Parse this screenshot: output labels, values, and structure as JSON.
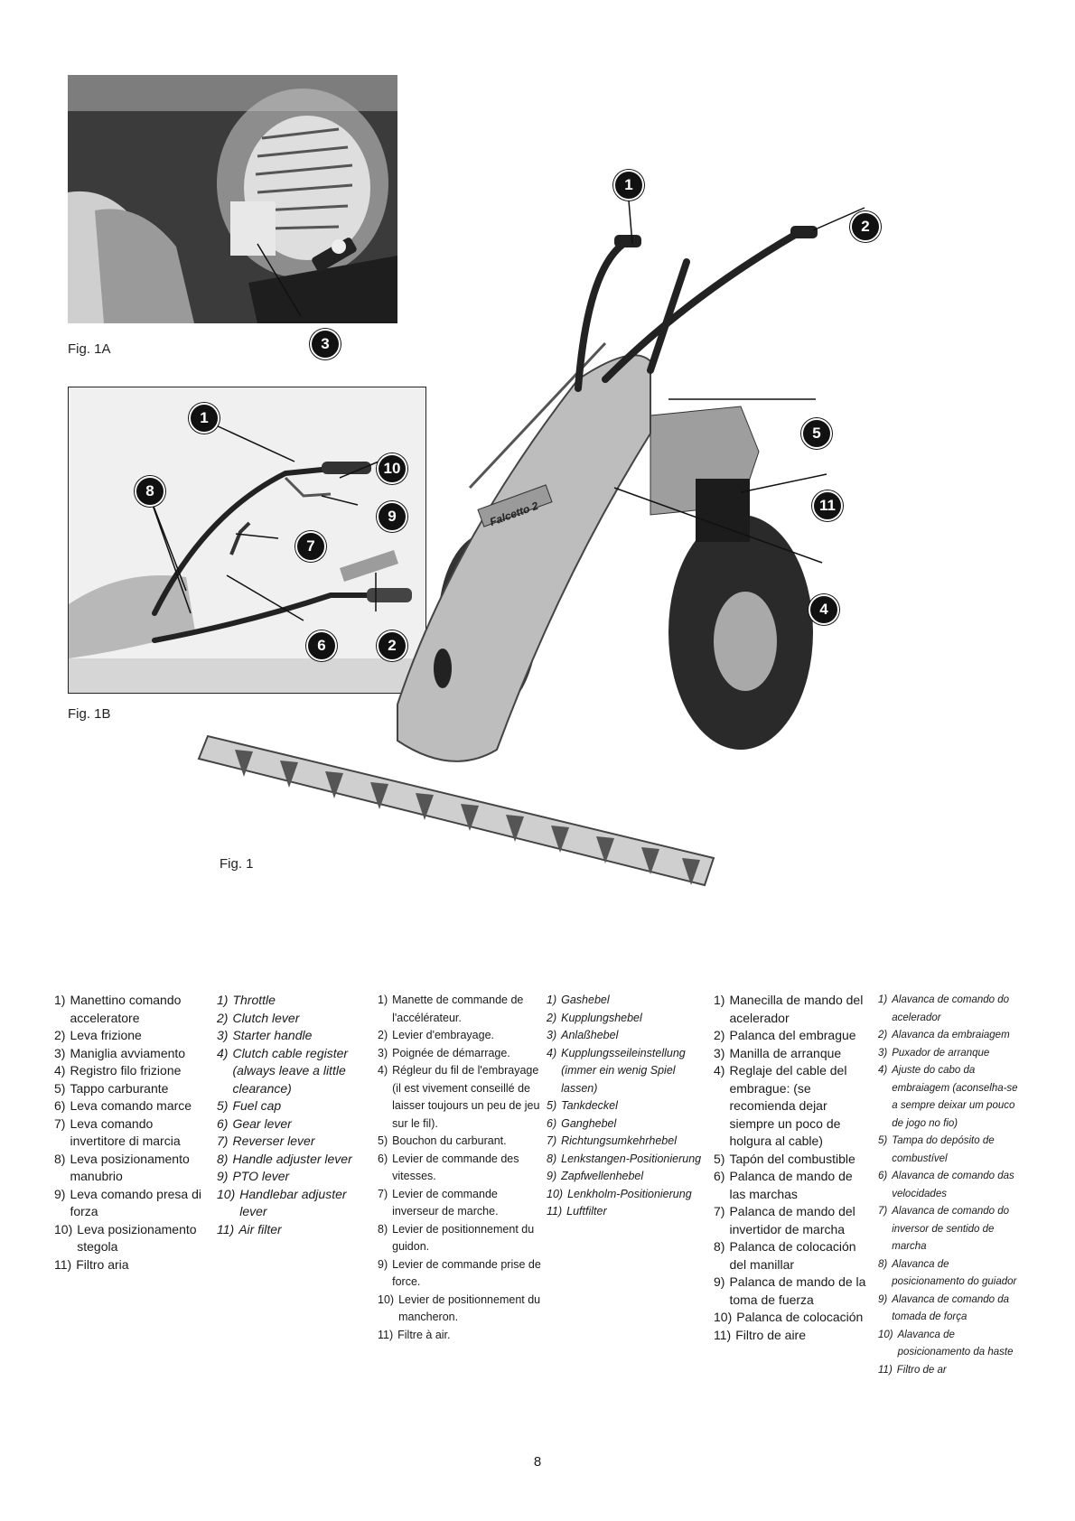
{
  "figures": {
    "fig1a_caption": "Fig. 1A",
    "fig1b_caption": "Fig. 1B",
    "fig1_caption": "Fig. 1",
    "machine_label": "Falcetto 2",
    "callouts_main": [
      "1",
      "2",
      "3",
      "5",
      "11",
      "4"
    ],
    "callouts_1b": [
      "1",
      "10",
      "8",
      "9",
      "7",
      "6",
      "2"
    ]
  },
  "legend": {
    "italian": [
      {
        "n": "1)",
        "t": "Manettino comando acceleratore"
      },
      {
        "n": "2)",
        "t": "Leva frizione"
      },
      {
        "n": "3)",
        "t": "Maniglia avviamento"
      },
      {
        "n": "4)",
        "t": "Registro filo frizione"
      },
      {
        "n": "5)",
        "t": "Tappo carburante"
      },
      {
        "n": "6)",
        "t": "Leva comando marce"
      },
      {
        "n": "7)",
        "t": "Leva comando invertitore di marcia"
      },
      {
        "n": "8)",
        "t": "Leva posizionamento manubrio"
      },
      {
        "n": "9)",
        "t": "Leva comando presa di forza"
      },
      {
        "n": "10)",
        "t": "Leva posizionamento stegola"
      },
      {
        "n": "11)",
        "t": "Filtro aria"
      }
    ],
    "english": [
      {
        "n": "1)",
        "t": "Throttle"
      },
      {
        "n": "2)",
        "t": "Clutch lever"
      },
      {
        "n": "3)",
        "t": "Starter handle"
      },
      {
        "n": "4)",
        "t": "Clutch cable register (always leave a little clearance)"
      },
      {
        "n": "5)",
        "t": "Fuel cap"
      },
      {
        "n": "6)",
        "t": "Gear lever"
      },
      {
        "n": "7)",
        "t": "Reverser lever"
      },
      {
        "n": "8)",
        "t": "Handle adjuster lever"
      },
      {
        "n": "9)",
        "t": "PTO lever"
      },
      {
        "n": "10)",
        "t": "Handlebar adjuster lever"
      },
      {
        "n": "11)",
        "t": "Air filter"
      }
    ],
    "french": [
      {
        "n": "1)",
        "t": "Manette de commande de l'accélérateur."
      },
      {
        "n": "2)",
        "t": "Levier d'embrayage."
      },
      {
        "n": "3)",
        "t": "Poignée de démarrage."
      },
      {
        "n": "4)",
        "t": "Régleur du fil de l'embrayage (il est vivement conseillé de laisser toujours un peu de jeu sur le fil)."
      },
      {
        "n": "5)",
        "t": "Bouchon du carburant."
      },
      {
        "n": "6)",
        "t": "Levier de commande des vitesses."
      },
      {
        "n": "7)",
        "t": "Levier de commande inverseur de marche."
      },
      {
        "n": "8)",
        "t": "Levier de positionnement du guidon."
      },
      {
        "n": "9)",
        "t": "Levier de commande prise de force."
      },
      {
        "n": "10)",
        "t": "Levier de positionnement du mancheron."
      },
      {
        "n": "11)",
        "t": "Filtre à air."
      }
    ],
    "german": [
      {
        "n": "1)",
        "t": "Gashebel"
      },
      {
        "n": "2)",
        "t": "Kupplungshebel"
      },
      {
        "n": "3)",
        "t": "Anlaßhebel"
      },
      {
        "n": "4)",
        "t": "Kupplungsseileinstellung (immer ein wenig Spiel lassen)"
      },
      {
        "n": "5)",
        "t": "Tankdeckel"
      },
      {
        "n": "6)",
        "t": "Ganghebel"
      },
      {
        "n": "7)",
        "t": "Richtungsumkehrhebel"
      },
      {
        "n": "8)",
        "t": "Lenkstangen-Positionierung"
      },
      {
        "n": "9)",
        "t": "Zapfwellenhebel"
      },
      {
        "n": "10)",
        "t": "Lenkholm-Positionierung"
      },
      {
        "n": "11)",
        "t": "Luftfilter"
      }
    ],
    "spanish": [
      {
        "n": "1)",
        "t": "Manecilla de mando del acelerador"
      },
      {
        "n": "2)",
        "t": "Palanca del embrague"
      },
      {
        "n": "3)",
        "t": "Manilla de arranque"
      },
      {
        "n": "4)",
        "t": "Reglaje del cable del embrague: (se recomienda dejar siempre un poco de holgura al cable)"
      },
      {
        "n": "5)",
        "t": "Tapón del combustible"
      },
      {
        "n": "6)",
        "t": "Palanca de mando de las marchas"
      },
      {
        "n": "7)",
        "t": "Palanca de mando del invertidor de marcha"
      },
      {
        "n": "8)",
        "t": "Palanca de colocación del manillar"
      },
      {
        "n": "9)",
        "t": "Palanca de mando de la toma de fuerza"
      },
      {
        "n": "10)",
        "t": "Palanca de colocación"
      },
      {
        "n": "11)",
        "t": "Filtro de aire"
      }
    ],
    "portuguese": [
      {
        "n": "1)",
        "t": "Alavanca de comando do acelerador"
      },
      {
        "n": "2)",
        "t": "Alavanca da embraiagem"
      },
      {
        "n": "3)",
        "t": "Puxador de arranque"
      },
      {
        "n": "4)",
        "t": "Ajuste do cabo da embraiagem (aconselha-se a sempre deixar um pouco de jogo no fio)"
      },
      {
        "n": "5)",
        "t": "Tampa do depósito de combustível"
      },
      {
        "n": "6)",
        "t": "Alavanca de comando das velocidades"
      },
      {
        "n": "7)",
        "t": "Alavanca de comando do inversor de sentido de marcha"
      },
      {
        "n": "8)",
        "t": "Alavanca de posicionamento do guiador"
      },
      {
        "n": "9)",
        "t": "Alavanca de comando da tomada de força"
      },
      {
        "n": "10)",
        "t": "Alavanca de posicionamento da haste"
      },
      {
        "n": "11)",
        "t": "Filtro de ar"
      }
    ]
  },
  "page_number": "8"
}
